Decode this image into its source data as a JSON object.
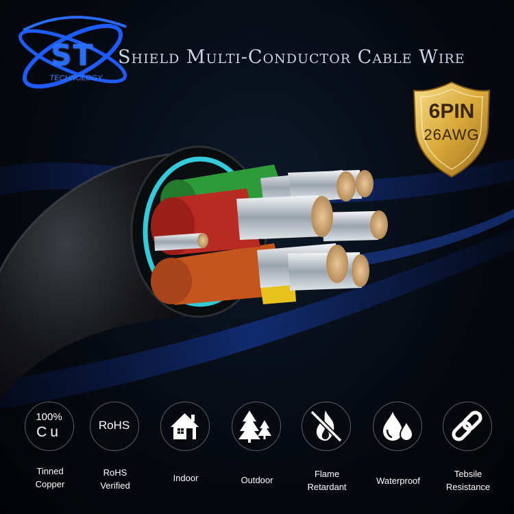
{
  "brand": {
    "logo_text": "ST",
    "logo_sub": "TECHNOLOGY"
  },
  "title": "Shield Multi-Conductor Cable Wire",
  "badge": {
    "line1": "6PIN",
    "line2": "26AWG"
  },
  "colors": {
    "accent_blue": "#1f5cff",
    "gold": "#d9a93a",
    "jacket": "#111214",
    "shield_glow": "#36d6e6"
  },
  "conductors": [
    {
      "insulation_color": "green"
    },
    {
      "insulation_color": "red"
    },
    {
      "insulation_color": "orange"
    },
    {
      "insulation_color": "yellow"
    }
  ],
  "features": [
    {
      "icon": "copper-100-icon",
      "icon_text_top": "100%",
      "icon_text_bottom": "Cu",
      "label_line1": "Tinned",
      "label_line2": "Copper"
    },
    {
      "icon": "rohs-icon",
      "icon_text": "RoHS",
      "label_line1": "RoHS",
      "label_line2": "Verified"
    },
    {
      "icon": "house-icon",
      "label_line1": "Indoor"
    },
    {
      "icon": "trees-icon",
      "label_line1": "Outdoor"
    },
    {
      "icon": "flame-retardant-icon",
      "label_line1": "Flame",
      "label_line2": "Retardant"
    },
    {
      "icon": "water-drops-icon",
      "label_line1": "Waterproof"
    },
    {
      "icon": "chain-link-icon",
      "label_line1": "Tebsile",
      "label_line2": "Resistance"
    }
  ]
}
